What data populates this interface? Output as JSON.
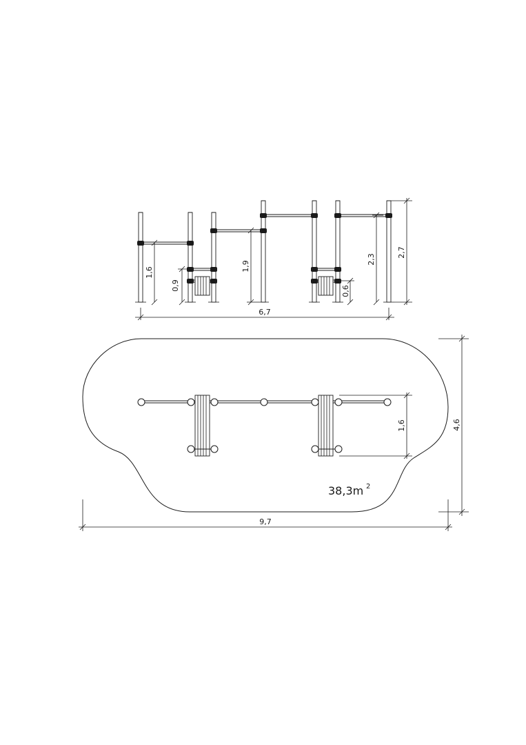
{
  "drawing": {
    "elevation": {
      "dim_total_width": "6,7",
      "dim_bar_low": "1,6",
      "dim_step_left": "0,9",
      "dim_bar_mid": "1,9",
      "dim_step_right": "0,6",
      "dim_bar_high": "2,3",
      "dim_post_height": "2,7"
    },
    "plan": {
      "dim_total_width": "9,7",
      "dim_total_depth": "4,6",
      "dim_inner_depth": "1,6",
      "area_value": "38,3m",
      "area_exponent": "2"
    }
  }
}
